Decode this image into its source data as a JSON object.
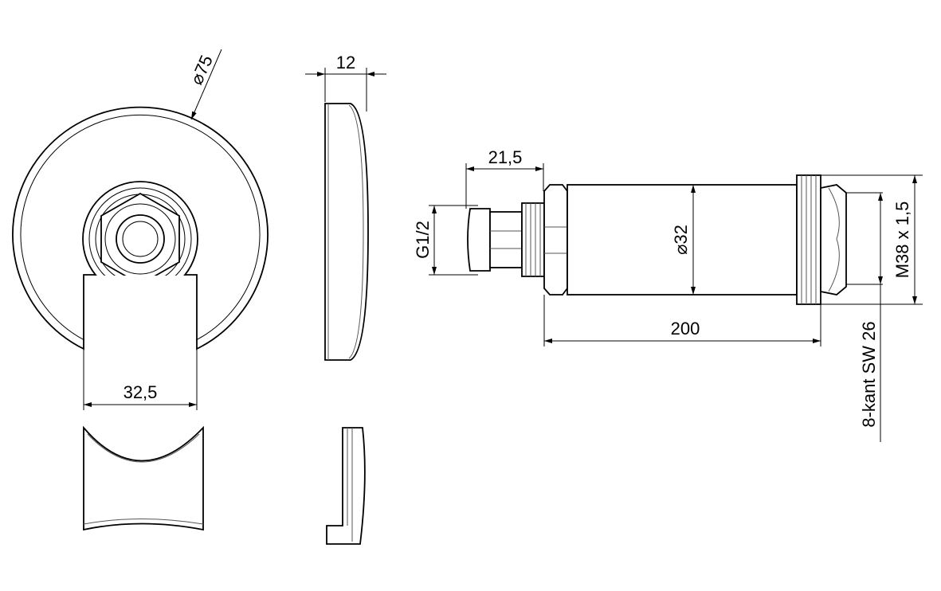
{
  "labels": {
    "outer_diameter": "⌀75",
    "plate_thickness": "12",
    "clip_width": "32,5",
    "thread_length": "21,5",
    "process_thread": "G1/2",
    "body_diameter": "⌀32",
    "overall_length": "200",
    "cap_thread": "M38 x 1,5",
    "wrench_size": "8-kant SW 26"
  }
}
